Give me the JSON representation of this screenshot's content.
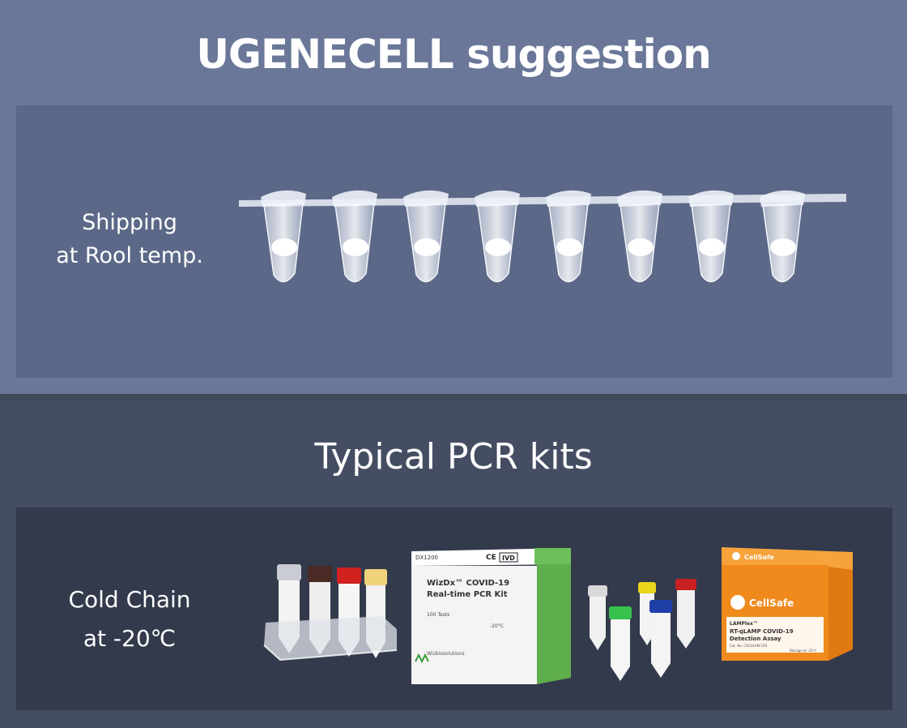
{
  "section1": {
    "title": "UGENECELL suggestion",
    "label_line1": "Shipping",
    "label_line2": "at Rool temp."
  },
  "section2": {
    "title": "Typical PCR kits",
    "label_line1": "Cold Chain",
    "label_line2": "at -20℃",
    "kit_box": {
      "ref": "DX1200",
      "ce": "CE",
      "ivd": "IVD",
      "name_line1": "WizDx™ COVID-19",
      "name_line2": "Real-time PCR Kit",
      "tests": "100 Tests",
      "temp": "-20°C",
      "brand": "Wizbiosolutions"
    },
    "lamp_box": {
      "brand": "CellSafe",
      "product": "LAMPlex™",
      "name_line1": "RT-qLAMP COVID-19",
      "name_line2": "Detection Assay",
      "cat": "Cat. No. CSCOLAM-100",
      "storage": "Storage at -20℃"
    }
  },
  "colors": {
    "top_bg": "#6a7799",
    "top_panel": "#5c6887",
    "bottom_bg": "#454d63",
    "bottom_panel": "#333a4c",
    "lamp_orange": "#f08a1c",
    "kit_green": "#5fae4e"
  }
}
